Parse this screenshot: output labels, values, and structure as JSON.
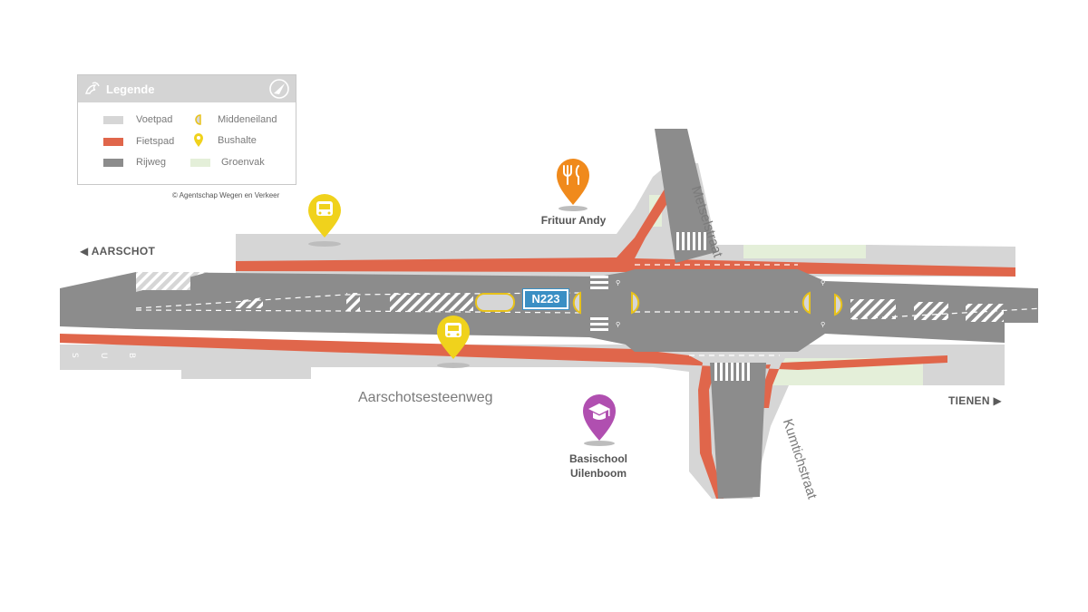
{
  "legend": {
    "title": "Legende",
    "items": [
      {
        "label": "Voetpad",
        "color": "#d6d6d6"
      },
      {
        "label": "Fietspad",
        "color": "#e0664b"
      },
      {
        "label": "Rijweg",
        "color": "#8c8c8c"
      },
      {
        "label": "Middeneiland",
        "color": "#e8c21a"
      },
      {
        "label": "Bushalte",
        "color": "#f0d21c"
      },
      {
        "label": "Groenvak",
        "color": "#e4efd9"
      }
    ]
  },
  "copyright": "© Agentschap Wegen en Verkeer",
  "directions": {
    "west": "◀  AARSCHOT",
    "east": "TIENEN  ▶"
  },
  "streets": {
    "main": "Aarschotsesteenweg",
    "north": "Metselstraat",
    "south": "Kumtichstraat"
  },
  "road_number": "N223",
  "pois": {
    "restaurant": "Frituur Andy",
    "school_line1": "Basischool",
    "school_line2": "Uilenboom"
  },
  "colors": {
    "road": "#8c8c8c",
    "bike": "#e0664b",
    "sidewalk": "#d6d6d6",
    "green": "#e4efd9",
    "island": "#e8c21a",
    "bus": "#f0d21c",
    "restaurant_pin": "#f08a1c",
    "school_pin": "#b04fb0",
    "route_badge": "#3a8fc4"
  },
  "pavement_letters": [
    "S",
    "U",
    "B"
  ]
}
